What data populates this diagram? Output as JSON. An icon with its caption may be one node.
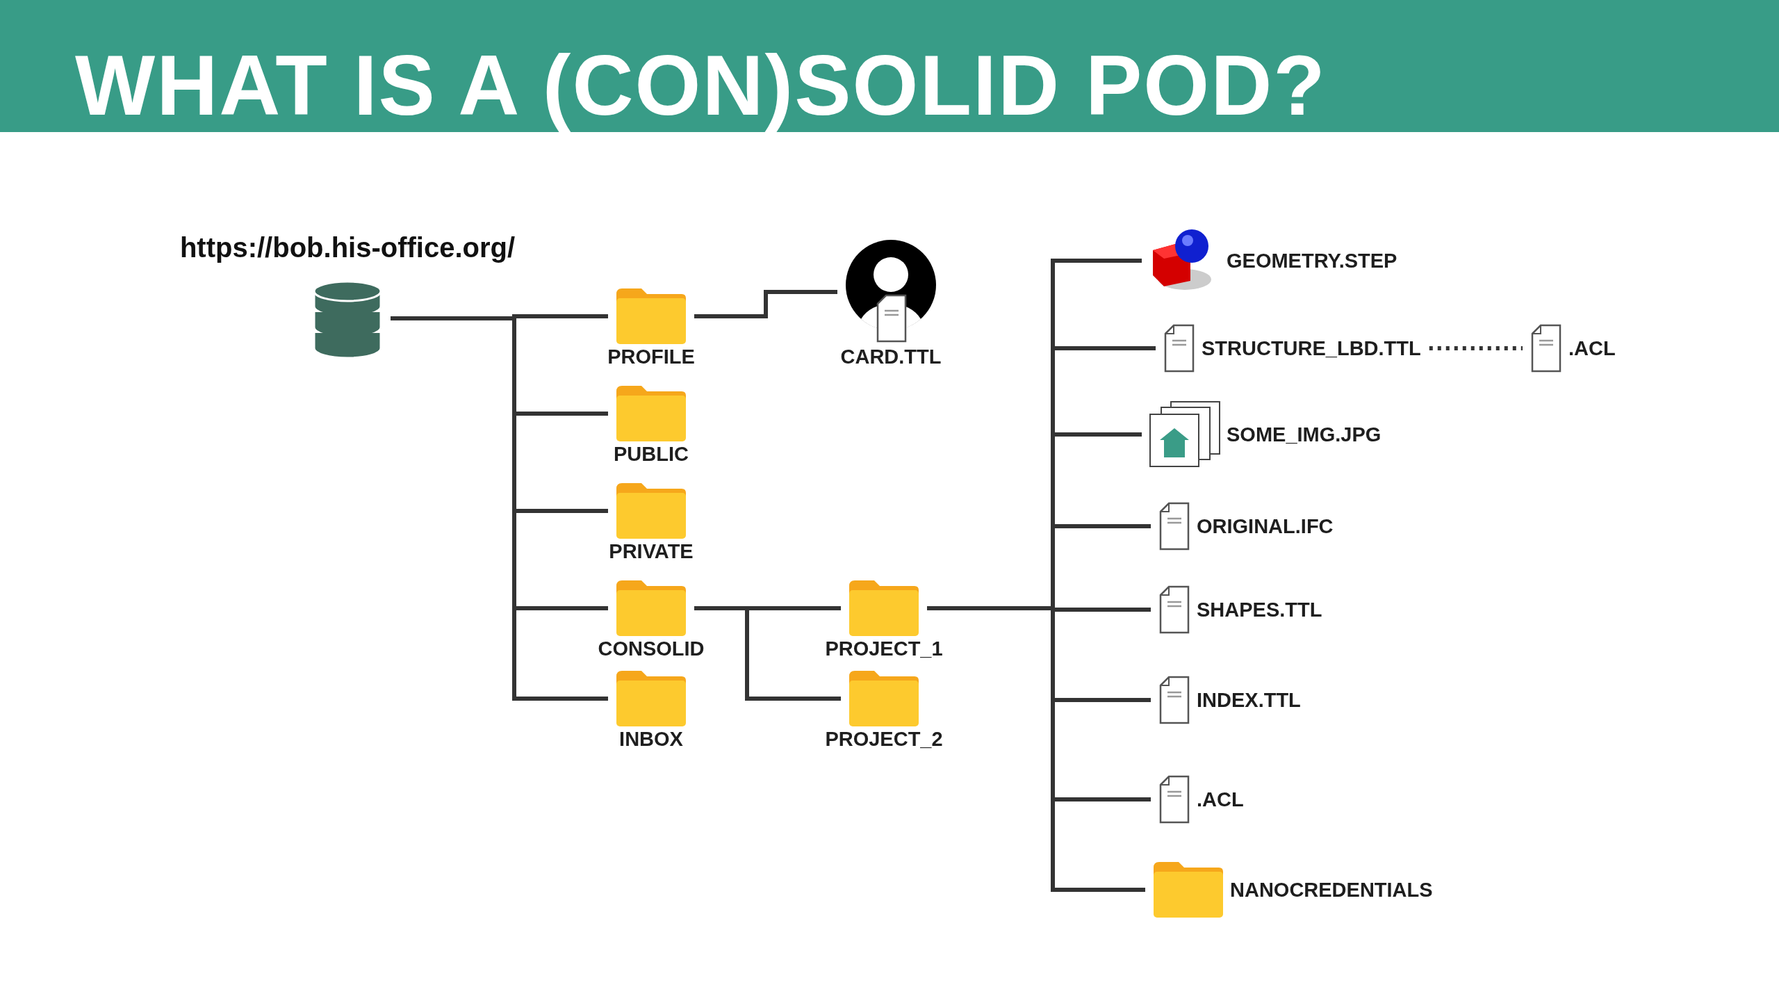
{
  "diagram": {
    "title": "WHAT IS A (CON)SOLID POD?",
    "nodes": [
      {
        "text": [
          "https://bob.his-office.org/"
        ]
      },
      {
        "text": [
          "PROFILE"
        ]
      },
      {
        "text": [
          "CARD.TTL"
        ]
      },
      {
        "text": [
          "PUBLIC"
        ]
      },
      {
        "text": [
          "PRIVATE"
        ]
      },
      {
        "text": [
          "CONSOLID"
        ]
      },
      {
        "text": [
          "INBOX"
        ]
      },
      {
        "text": [
          "PROJECT_1"
        ]
      },
      {
        "text": [
          "PROJECT_2"
        ]
      },
      {
        "text": [
          "GEOMETRY.STEP"
        ]
      },
      {
        "text": [
          "STRUCTURE_LBD.TTL"
        ]
      },
      {
        "text": [
          ".ACL"
        ]
      },
      {
        "text": [
          "SOME_IMG.JPG"
        ]
      },
      {
        "text": [
          "ORIGINAL.IFC"
        ]
      },
      {
        "text": [
          "SHAPES.TTL"
        ]
      },
      {
        "text": [
          "INDEX.TTL"
        ]
      },
      {
        "text": [
          ".ACL"
        ]
      },
      {
        "text": [
          "NANOCREDENTIALS"
        ]
      }
    ],
    "edges": [
      {
        "from": 0,
        "to": 1,
        "arrow": "none"
      },
      {
        "from": 0,
        "to": 3,
        "arrow": "none"
      },
      {
        "from": 0,
        "to": 4,
        "arrow": "none"
      },
      {
        "from": 0,
        "to": 5,
        "arrow": "none"
      },
      {
        "from": 0,
        "to": 6,
        "arrow": "none"
      },
      {
        "from": 1,
        "to": 2,
        "arrow": "none"
      },
      {
        "from": 5,
        "to": 7,
        "arrow": "none"
      },
      {
        "from": 5,
        "to": 8,
        "arrow": "none"
      },
      {
        "from": 7,
        "to": 9,
        "arrow": "none"
      },
      {
        "from": 7,
        "to": 10,
        "arrow": "none"
      },
      {
        "from": 7,
        "to": 12,
        "arrow": "none"
      },
      {
        "from": 7,
        "to": 13,
        "arrow": "none"
      },
      {
        "from": 7,
        "to": 14,
        "arrow": "none"
      },
      {
        "from": 7,
        "to": 15,
        "arrow": "none"
      },
      {
        "from": 7,
        "to": 16,
        "arrow": "none"
      },
      {
        "from": 7,
        "to": 17,
        "arrow": "none"
      },
      {
        "from": 10,
        "to": 11,
        "arrow": "none",
        "style": "dashed"
      }
    ]
  }
}
